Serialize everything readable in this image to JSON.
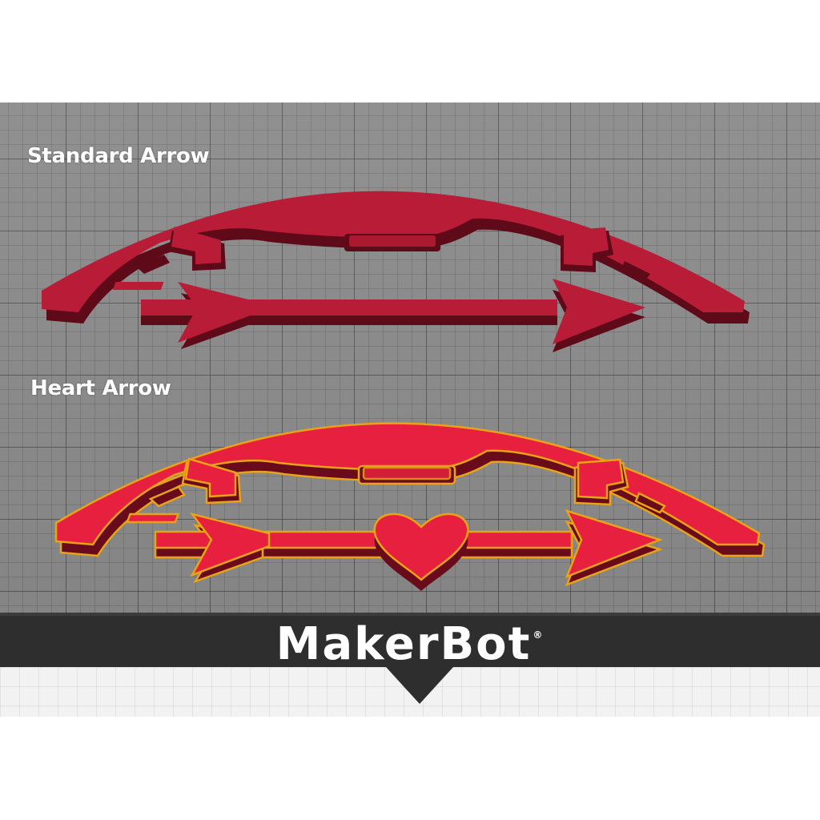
{
  "labels": {
    "standard": "Standard Arrow",
    "heart": "Heart Arrow"
  },
  "brand": {
    "name": "MakerBot",
    "mark": "®"
  },
  "colors": {
    "standard_model": "#b81c36",
    "standard_shadow": "#5e0a18",
    "heart_model": "#e8203f",
    "heart_shadow": "#6a0b1c",
    "selection_outline": "#e8a317",
    "build_plate": "#8a8a8a",
    "footer_bar": "#2e2e2e"
  },
  "icons": {
    "standard_bow": "bow-model-icon",
    "standard_arrow": "arrow-model-icon",
    "heart_bow": "bow-model-icon",
    "heart_arrow": "heart-arrow-model-icon"
  }
}
